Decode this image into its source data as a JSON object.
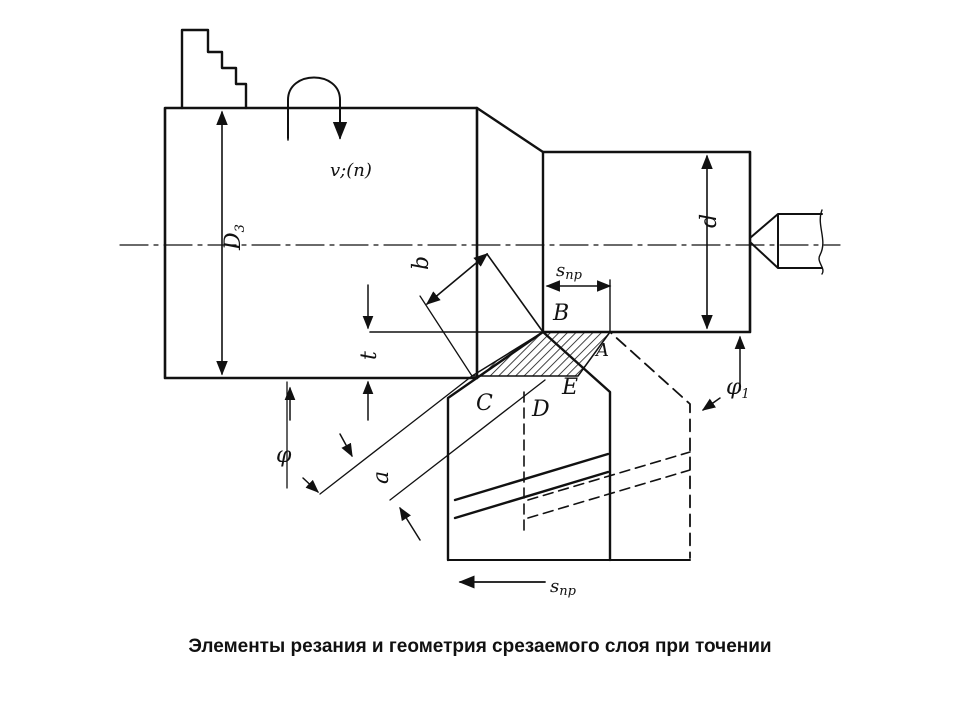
{
  "caption": "Элементы резания и геометрия срезаемого слоя при точении",
  "labels": {
    "D3_main": "D",
    "D3_sub": "3",
    "v": "v",
    "v_rest": ";(n)",
    "d": "d",
    "b": "b",
    "s_pr_top_s": "s",
    "s_pr_top_sub": "пр",
    "B": "B",
    "t": "t",
    "A": "A",
    "phi1_main": "φ",
    "phi1_sub": "1",
    "C": "C",
    "E": "E",
    "D": "D",
    "phi": "φ",
    "a": "a",
    "s_pr_bottom_s": "s",
    "s_pr_bottom_sub": "пр"
  }
}
